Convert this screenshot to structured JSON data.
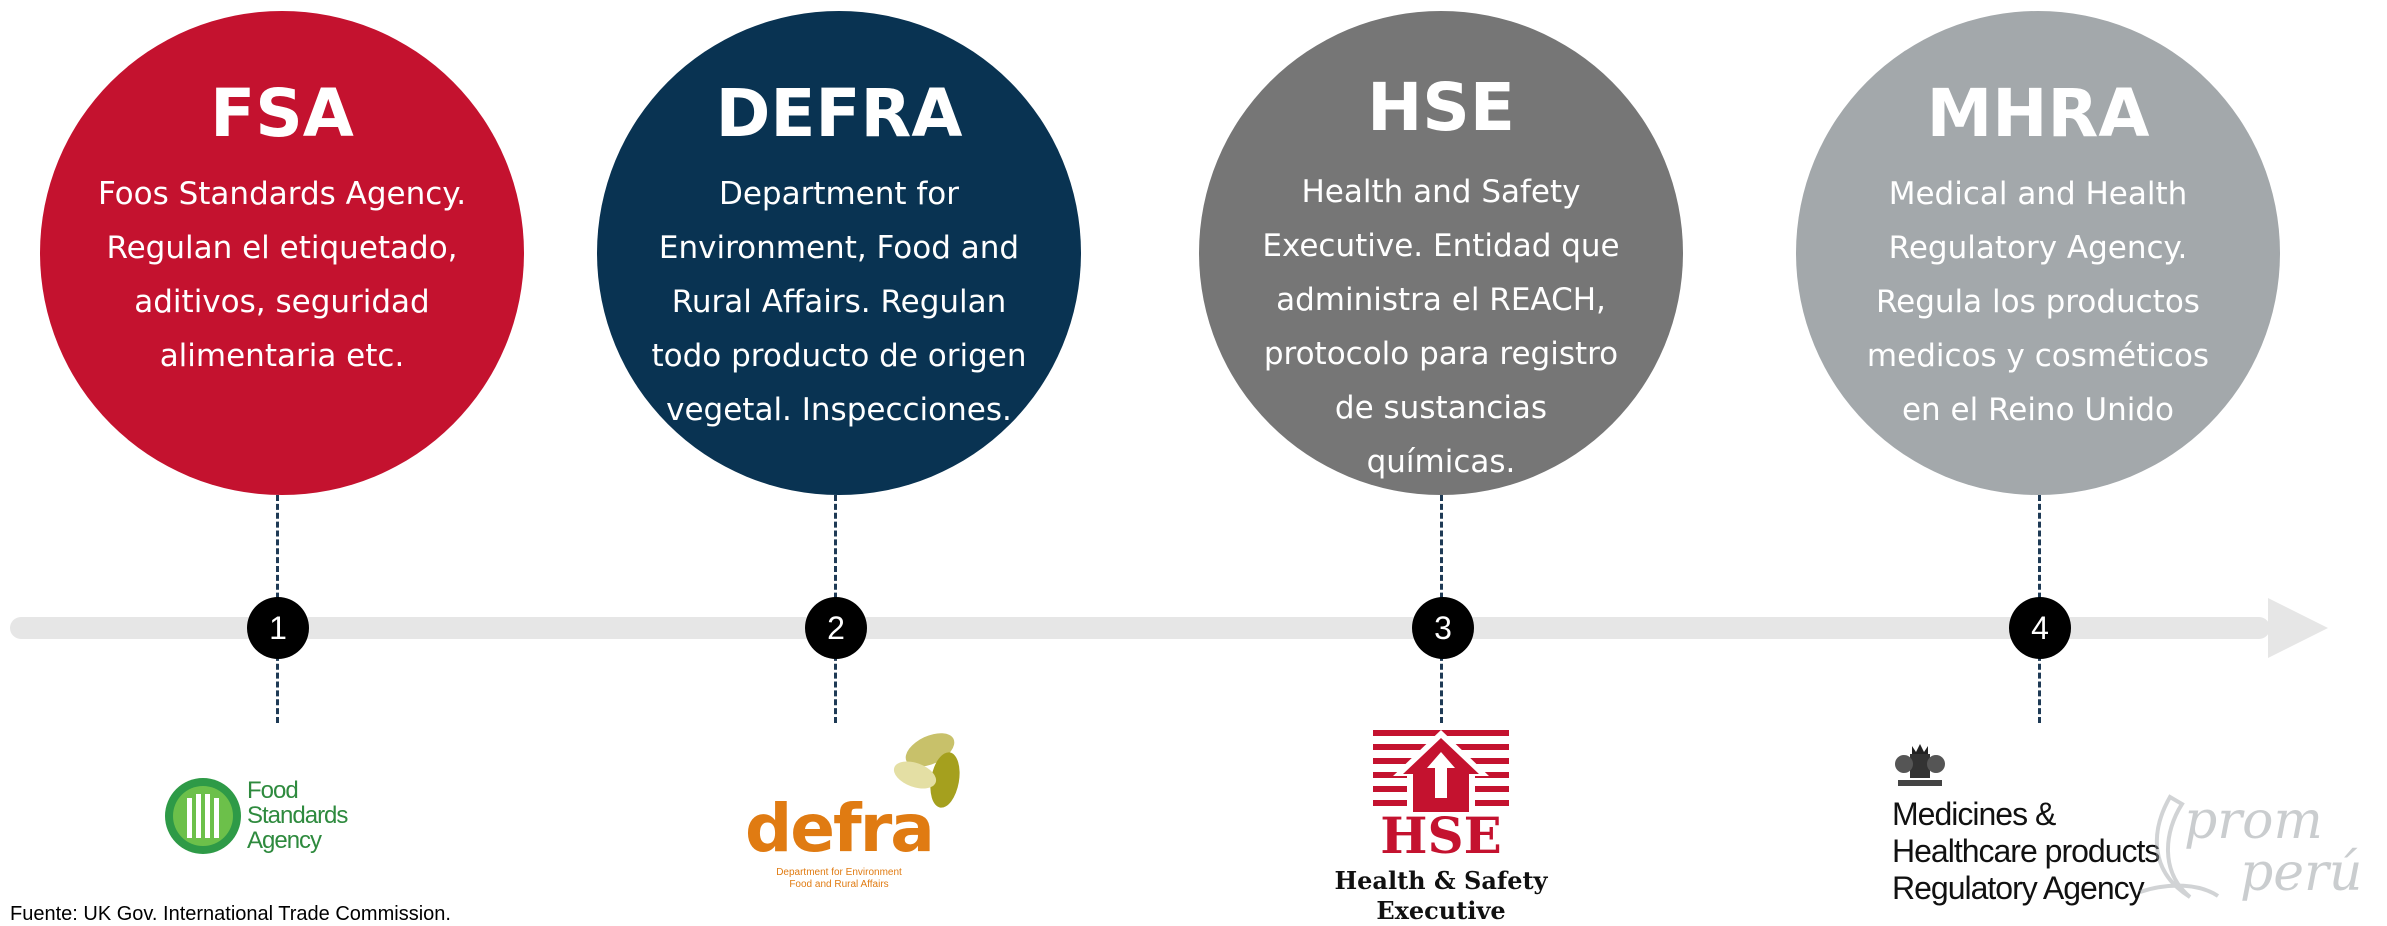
{
  "agencies": [
    {
      "abbr": "FSA",
      "description": "Foos Standards Agency. Regulan el etiquetado, aditivos, seguridad alimentaria etc.",
      "number": "1",
      "color": "#c4122f"
    },
    {
      "abbr": "DEFRA",
      "description": "Department for Environment, Food and Rural Affairs. Regulan todo producto de origen vegetal. Inspecciones.",
      "number": "2",
      "color": "#093352"
    },
    {
      "abbr": "HSE",
      "description": "Health and Safety Executive. Entidad que administra el REACH, protocolo para registro de sustancias químicas.",
      "number": "3",
      "color": "#767676"
    },
    {
      "abbr": "MHRA",
      "description": "Medical and Health Regulatory Agency. Regula los productos medicos y cosméticos en el Reino Unido",
      "number": "4",
      "color": "#a3a8ab"
    }
  ],
  "logos": {
    "fsa": {
      "line1": "Food",
      "line2": "Standards",
      "line3": "Agency"
    },
    "defra": {
      "word": "defra",
      "sub1": "Department for Environment",
      "sub2": "Food and Rural Affairs"
    },
    "hse": {
      "word": "HSE",
      "line1": "Health & Safety",
      "line2": "Executive"
    },
    "mhra": {
      "line1": "Medicines &",
      "line2": "Healthcare products",
      "line3": "Regulatory Agency"
    },
    "promperu": {
      "line1": "prom",
      "line2": "perú"
    }
  },
  "source": "Fuente: UK Gov. International Trade Commission."
}
